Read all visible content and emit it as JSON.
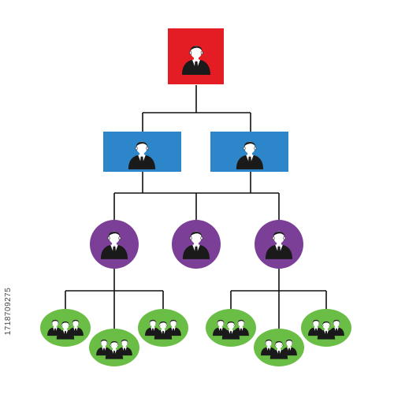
{
  "diagram": {
    "type": "org-chart",
    "watermark_id": "1718709275",
    "colors": {
      "top": "#e41d24",
      "level2": "#2c86c9",
      "level3": "#7b3f98",
      "team": "#6abd45",
      "connector": "#111111",
      "person_suit": "#1a1a1a",
      "person_skin": "#ffffff",
      "shirt": "#ffffff",
      "tie": "#1a1a1a"
    },
    "levels": [
      {
        "name": "top",
        "shape": "square",
        "count": 1,
        "icon": "person-icon"
      },
      {
        "name": "level2",
        "shape": "rectangle",
        "count": 2,
        "icon": "person-icon"
      },
      {
        "name": "level3",
        "shape": "circle",
        "count": 3,
        "icon": "person-icon"
      },
      {
        "name": "teams",
        "shape": "ellipse",
        "count": 6,
        "icon": "group-icon"
      }
    ]
  }
}
